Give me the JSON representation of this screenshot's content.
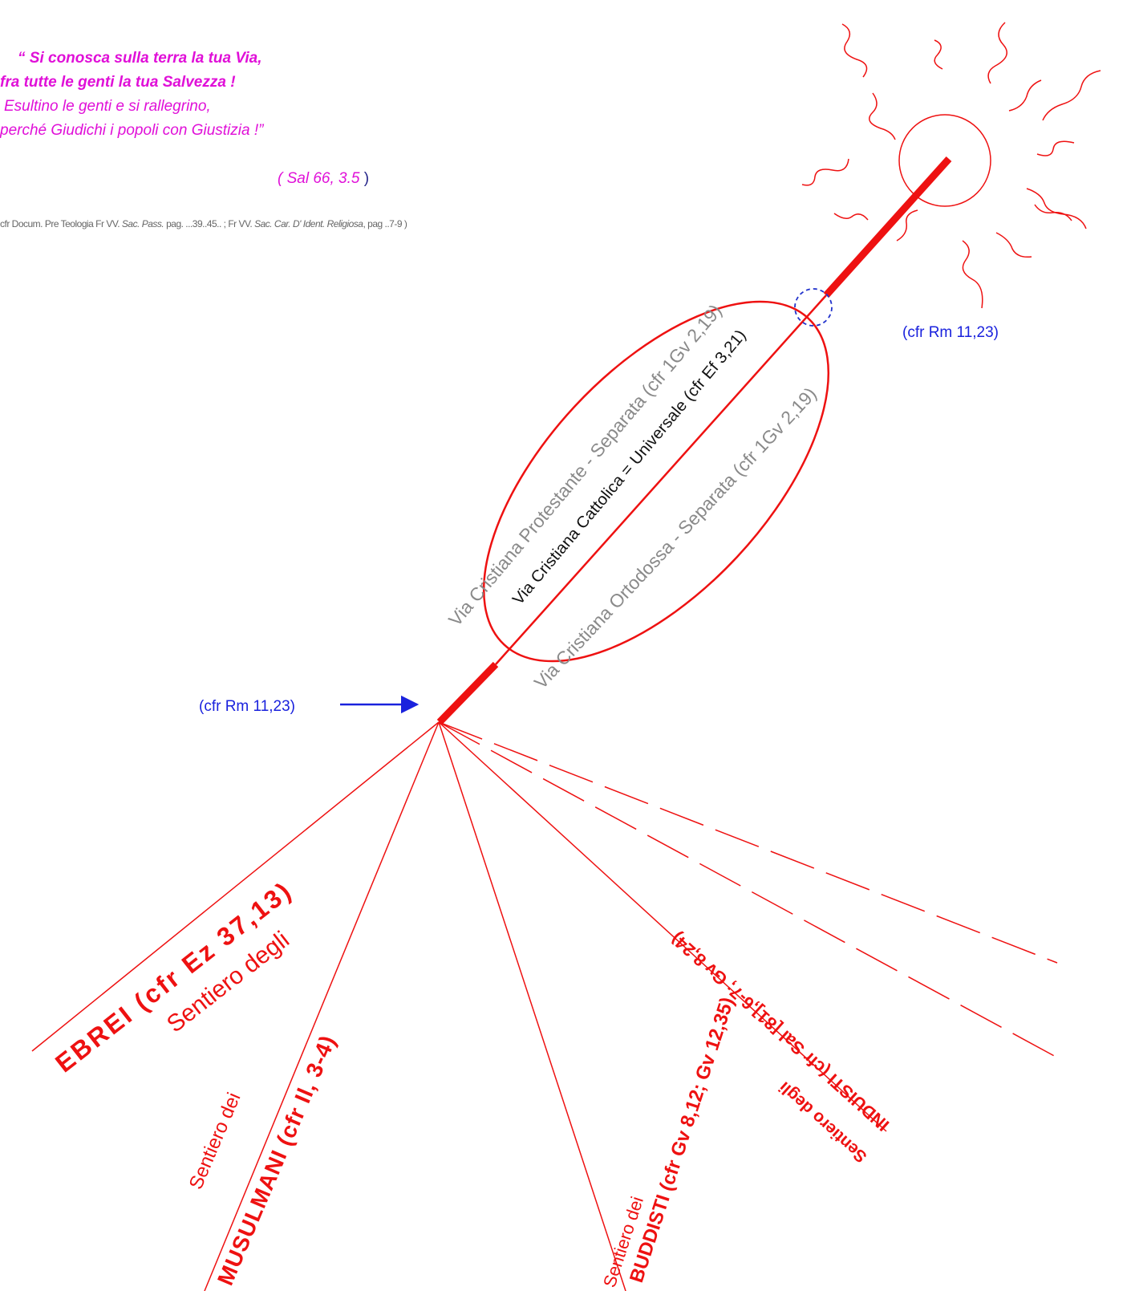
{
  "quote": {
    "line1": "“ Si conosca sulla terra la tua Via,",
    "line2": "fra tutte le genti la tua Salvezza !",
    "line3": "Esultino le genti e si rallegrino,",
    "line4": "perché Giudichi i popoli con Giustizia !”",
    "reference_open": "( Sal 66, 3.5 ",
    "reference_close": ")"
  },
  "source_note": {
    "prefix": "cfr  Docum. Pre Teologia Fr VV. ",
    "title1": "Sac. Pass.",
    "mid": "  pag. ...39..45.. ;  Fr VV.  ",
    "title2": "Sac. Car. D' Ident. Religiosa",
    "suffix": ",  pag ..7-9 )"
  },
  "refs": {
    "right": "(cfr Rm 11,23)",
    "left": "(cfr Rm 11,23)"
  },
  "christian_ways": {
    "protestant": "Via  Cristiana  Protestante - Separata (cfr 1Gv 2,19)",
    "catholic": "Via Cristiana Cattolica = Universale (cfr Ef 3,21)",
    "orthodox": "Via Cristiana  Ortodossa - Separata (cfr 1Gv 2,19)"
  },
  "paths": {
    "ebrei_top": "Sentiero degli",
    "ebrei_bottom": "EBREI  (cfr Ez 37,13)",
    "musulmani_top": "Sentiero dei",
    "musulmani_bottom": "MUSULMANI (cfr Il, 3-4)",
    "buddisti_top": "Sentiero dei",
    "buddisti_bottom": "BUDDISTI (cfr Gv 8,12; Gv 12,35)",
    "induisti_top": "Sentiero degli",
    "induisti_bottom": "INDUISTI (cfr Sal [81],6-7; Gv 8,24)"
  },
  "colors": {
    "main_red": "#ee1111",
    "quote_magenta": "#e010d8",
    "ref_blue": "#1a22dd",
    "grey_text": "#8a8a8a"
  }
}
